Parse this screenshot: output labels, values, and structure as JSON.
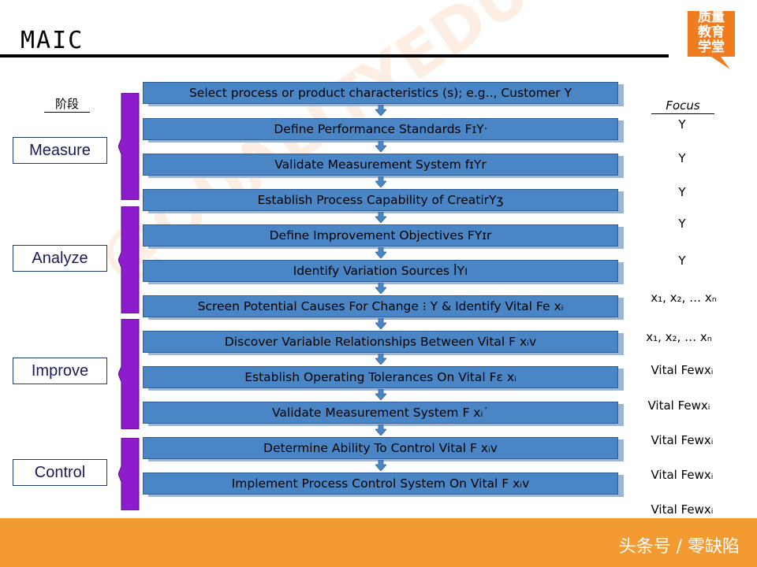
{
  "page": {
    "title": "MAIC"
  },
  "logo": {
    "lines": [
      "质量",
      "教育",
      "学堂"
    ]
  },
  "watermark": {
    "text": "@QUALITYEDU"
  },
  "headers": {
    "stage": "阶段",
    "focus": "Focus"
  },
  "phases": [
    "Measure",
    "Analyze",
    "Improve",
    "Control"
  ],
  "steps": [
    "Select process or product characteristics (s);  e.g.., Customer Y",
    "Define Performance Standards FɪYᐧ",
    "Validate Measurement System fɪYr",
    "Establish Process Capability of CreatirYʒ",
    "Define Improvement Objectives FYɪr",
    "Identify Variation Sources ꟾYı",
    "Screen Potential Causes For Change ⁝ Y  & Identify Vital Fe xᵢ",
    "Discover Variable Relationships Between Vital F xᵢv",
    "Establish Operating Tolerances On Vital Fɛ xᵢ",
    "Validate Measurement System F xᵢ˙",
    "Determine Ability To Control Vital F xᵢv",
    "Implement Process Control System On Vital F xᵢv"
  ],
  "focus": [
    "Y",
    "Y",
    "Y",
    "Y",
    "Y",
    "x₁, x₂, … xₙ",
    "x₁, x₂, … xₙ",
    "Vital Fewxᵢ",
    "Vital Fewxᵢ",
    "Vital Fewxᵢ",
    "Vital Fewxᵢ",
    "Vital Fewxᵢ"
  ],
  "footer": {
    "text": "头条号 / 零缺陷"
  },
  "colors": {
    "step_fill": "#4a86c6",
    "bracket": "#8c1ccc",
    "footer": "#f39a31",
    "logo": "#f07c20"
  }
}
